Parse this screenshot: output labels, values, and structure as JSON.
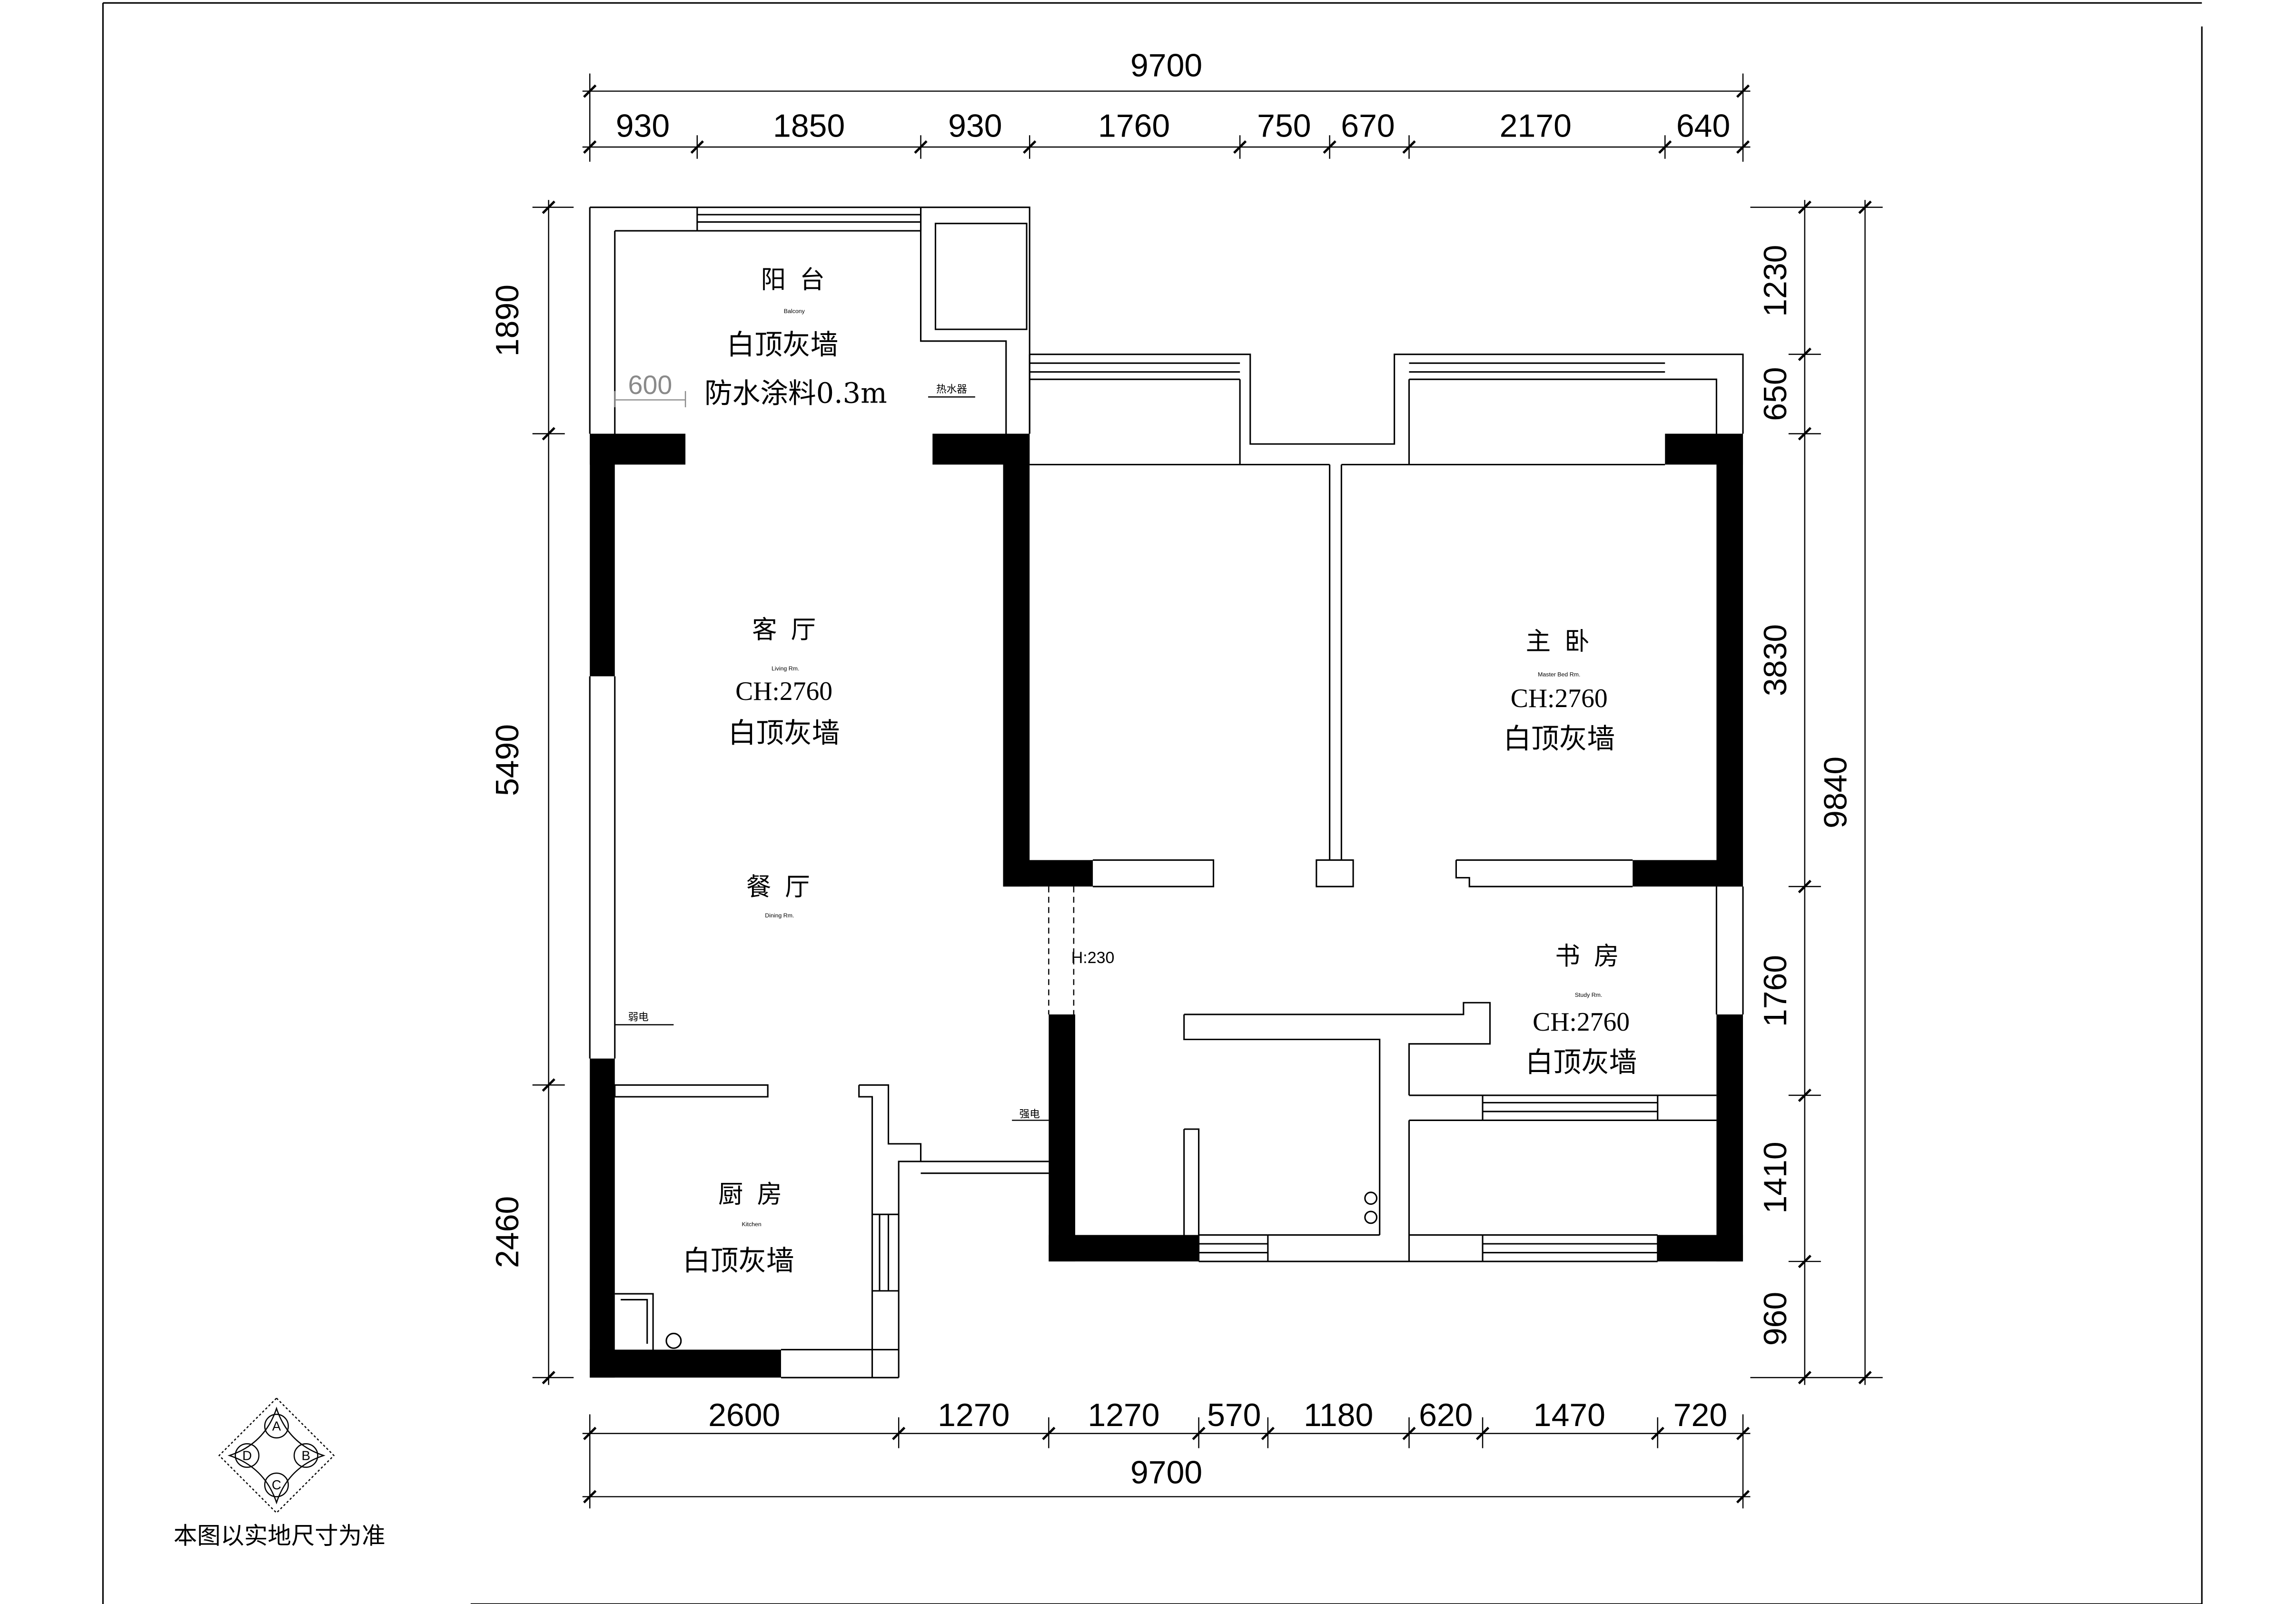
{
  "footer_note": "本图以实地尺寸为准",
  "dimensions": {
    "top_total": "9700",
    "top_segments": [
      "930",
      "1850",
      "930",
      "1760",
      "750",
      "670",
      "2170",
      "640"
    ],
    "bottom_segments": [
      "2600",
      "1270",
      "1270",
      "570",
      "1180",
      "620",
      "1470",
      "720"
    ],
    "bottom_total": "9700",
    "left_segments": [
      "1890",
      "5490",
      "2460"
    ],
    "right_segments": [
      "1230",
      "650",
      "3830",
      "1760",
      "1410",
      "960"
    ],
    "right_total": "9840"
  },
  "rooms": {
    "balcony": {
      "name": "阳 台",
      "en": "Balcony",
      "finish": "白顶灰墙",
      "note": "防水涂料0.3m"
    },
    "living": {
      "name": "客 厅",
      "en": "Living Rm.",
      "ceiling": "CH:2760",
      "finish": "白顶灰墙"
    },
    "dining": {
      "name": "餐 厅",
      "en": "Dining Rm."
    },
    "master": {
      "name": "主 卧",
      "en": "Master Bed Rm.",
      "ceiling": "CH:2760",
      "finish": "白顶灰墙"
    },
    "study": {
      "name": "书 房",
      "en": "Study Rm.",
      "ceiling": "CH:2760",
      "finish": "白顶灰墙"
    },
    "kitchen": {
      "name": "厨 房",
      "en": "Kitchen",
      "finish": "白顶灰墙"
    }
  },
  "annotations": {
    "balcony_width": "600",
    "water_heater": "热水器",
    "weak_current": "弱电",
    "strong_current": "强电",
    "opening_height": "H:230"
  },
  "compass": {
    "a": "A",
    "b": "B",
    "c": "C",
    "d": "D"
  }
}
